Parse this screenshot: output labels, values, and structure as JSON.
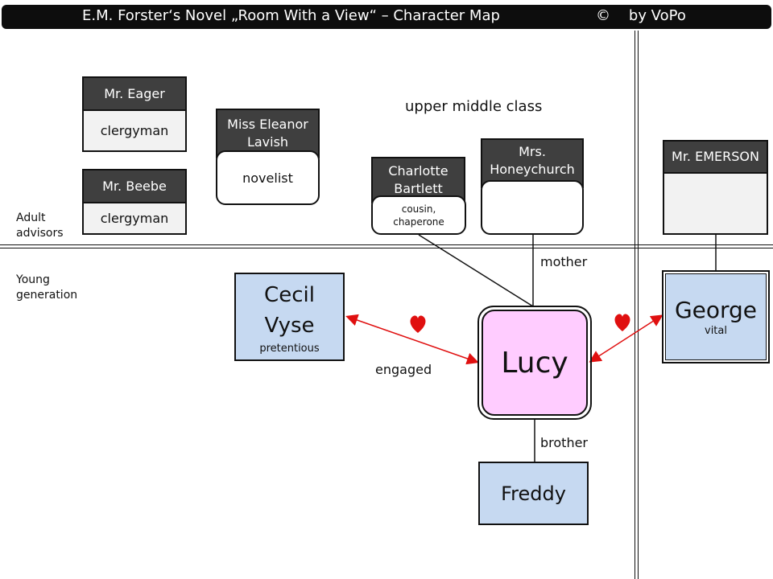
{
  "header": {
    "title": "E.M. Forster‘s Novel „Room With a View“ – Character Map",
    "copyright": "©    by VoPo"
  },
  "sections": {
    "adult": "Adult advisors",
    "young": "Young generation",
    "class": "upper middle class"
  },
  "adults": {
    "eager": {
      "name": "Mr. Eager",
      "role": "clergyman"
    },
    "beebe": {
      "name": "Mr. Beebe",
      "role": "clergyman"
    },
    "lavish": {
      "name": "Miss Eleanor Lavish",
      "role": "novelist"
    },
    "charlotte": {
      "name": "Charlotte Bartlett",
      "role": "cousin, chaperone"
    },
    "honeychurch": {
      "name": "Mrs. Honeychurch",
      "role": ""
    },
    "emerson": {
      "name": "Mr. EMERSON",
      "role": ""
    }
  },
  "young": {
    "cecil": {
      "name": "Cecil Vyse",
      "trait": "pretentious"
    },
    "lucy": {
      "name": "Lucy"
    },
    "george": {
      "name": "George",
      "trait": "vital"
    },
    "freddy": {
      "name": "Freddy"
    }
  },
  "relations": {
    "engaged": "engaged",
    "mother": "mother",
    "brother": "brother"
  },
  "colors": {
    "header_bg": "#0d0d0d",
    "card_head": "#3f3f3f",
    "card_body": "#f2f2f2",
    "young_box": "#c6d9f1",
    "lucy_box": "#ffccff",
    "arrow": "#e01010",
    "heart": "#e01010"
  }
}
